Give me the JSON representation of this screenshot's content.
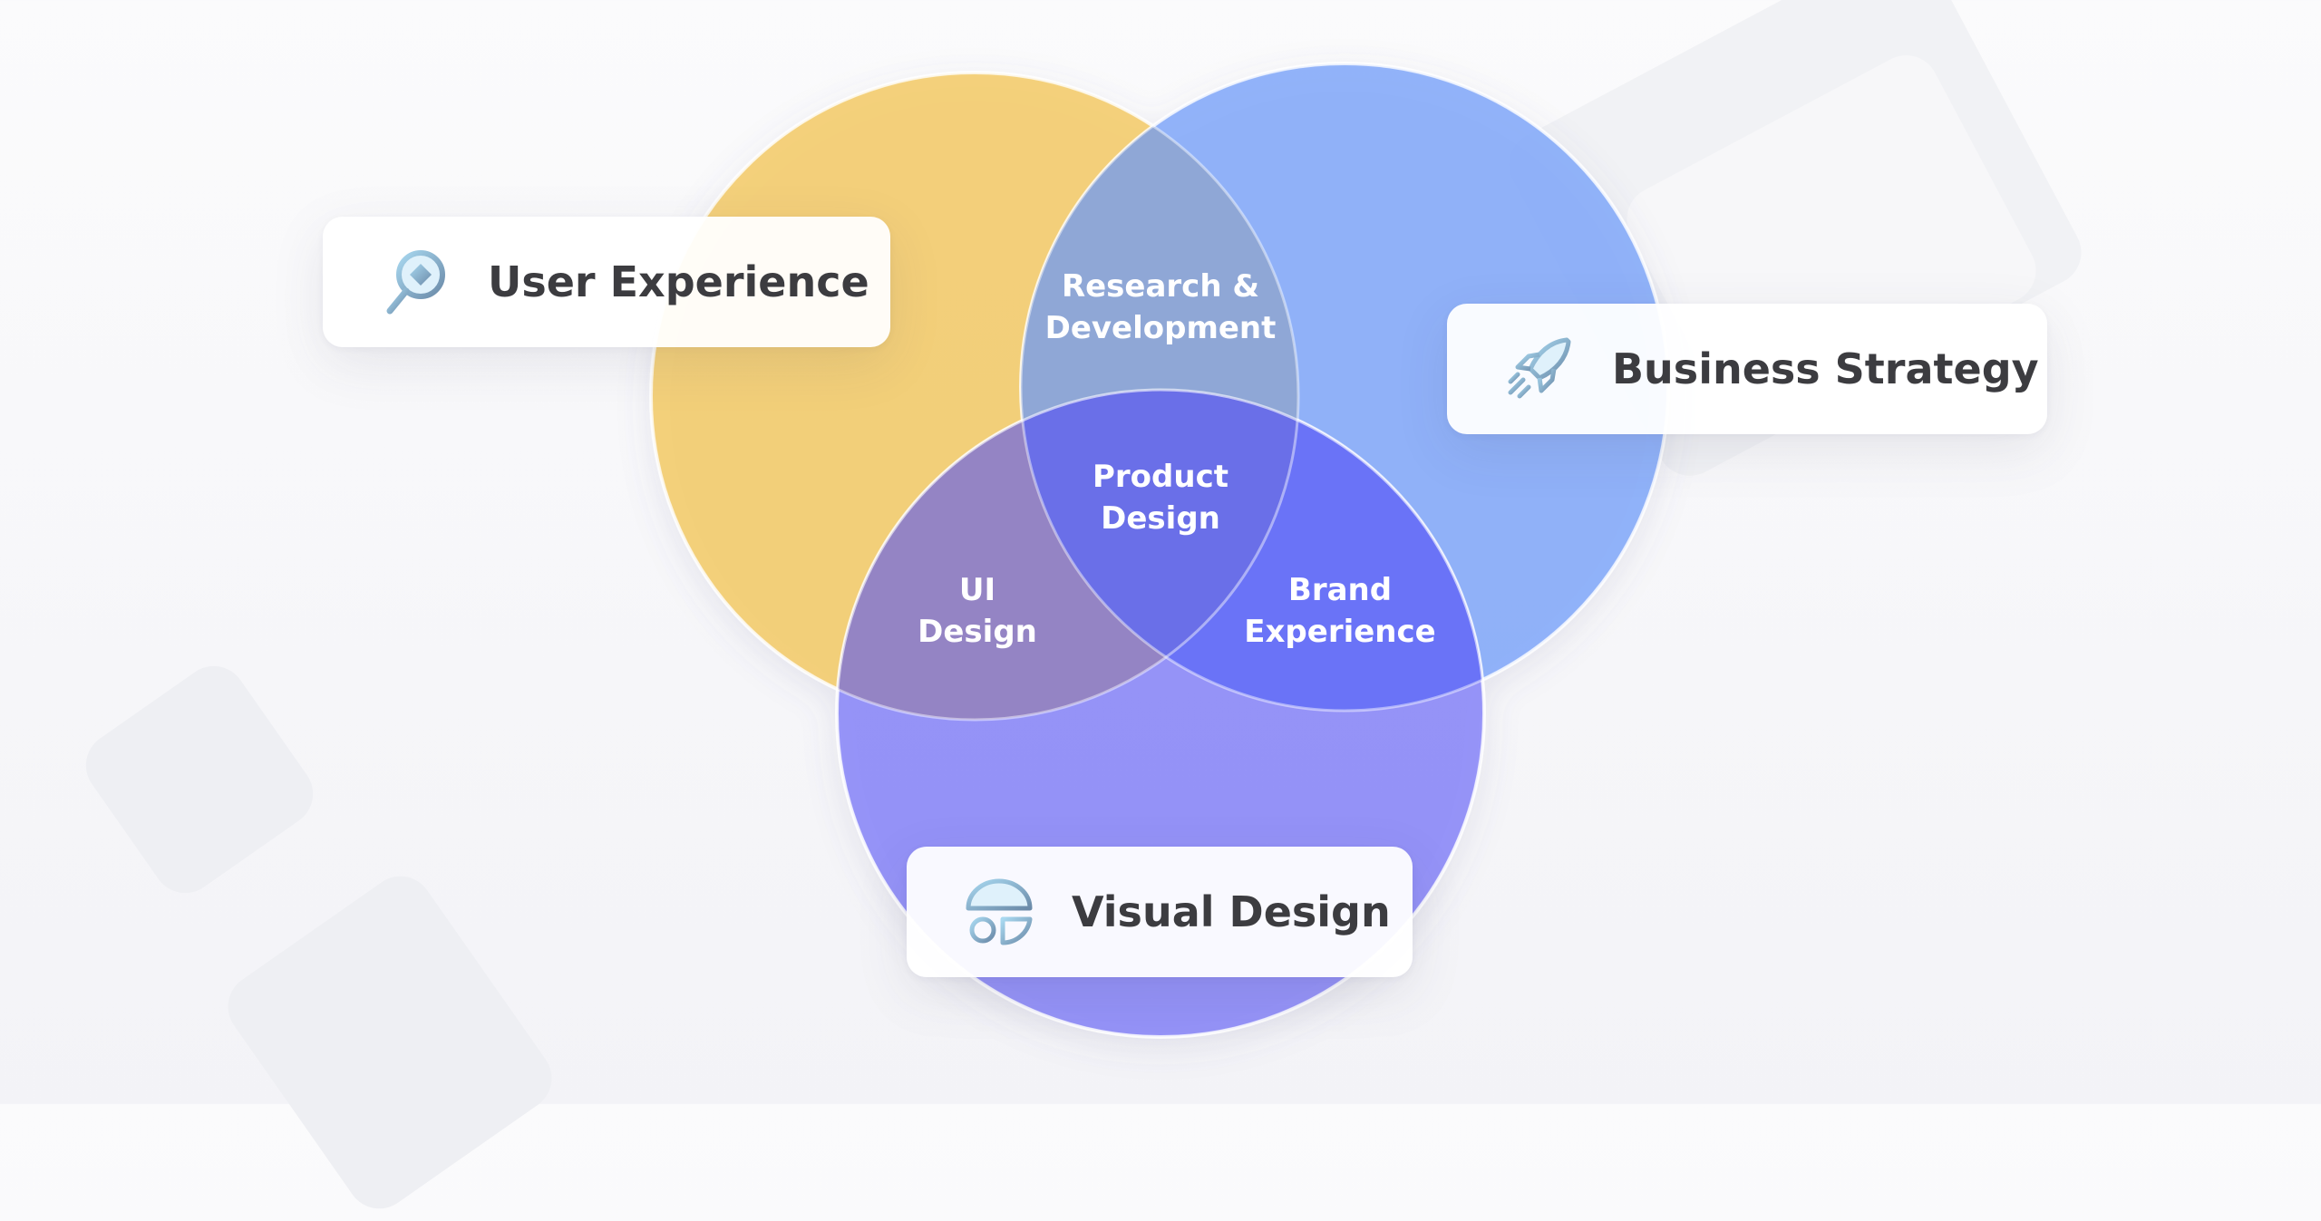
{
  "diagram": {
    "sets": [
      {
        "id": "user-experience",
        "label": "User Experience",
        "icon": "magnifier-diamond-icon",
        "color": "#f4cc6a"
      },
      {
        "id": "business-strategy",
        "label": "Business Strategy",
        "icon": "rocket-icon",
        "color": "#84aaf9"
      },
      {
        "id": "visual-design",
        "label": "Visual Design",
        "icon": "shapes-icon",
        "color": "#8a87f8"
      }
    ],
    "intersections": {
      "research_development": "Research &\nDevelopment",
      "product_design": "Product\nDesign",
      "ui_design": "UI\nDesign",
      "brand_experience": "Brand\nExperience"
    }
  }
}
